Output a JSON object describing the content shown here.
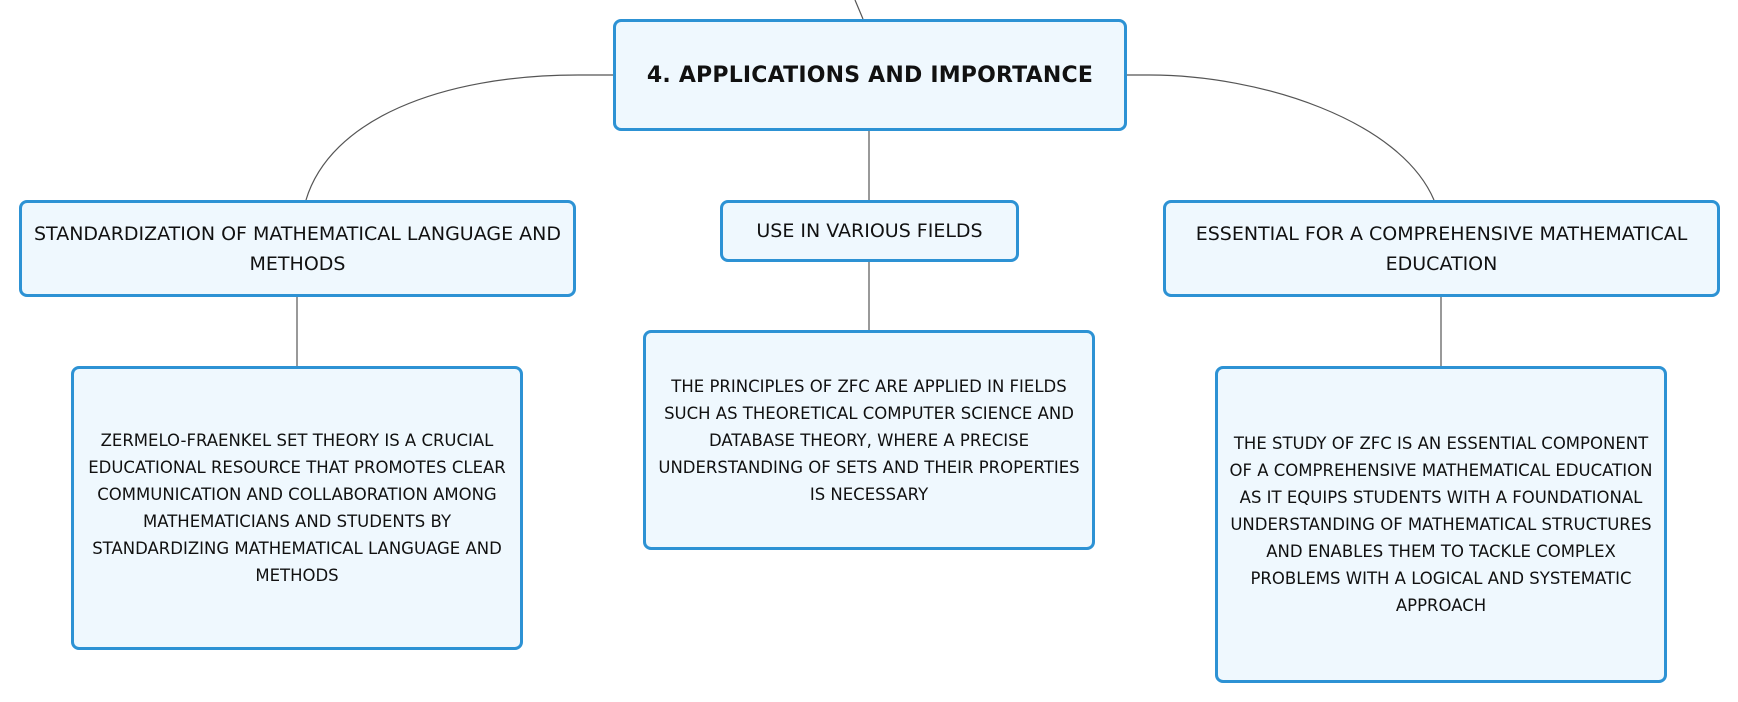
{
  "diagram": {
    "root": {
      "label": "4. APPLICATIONS AND IMPORTANCE"
    },
    "branches": [
      {
        "id": "standardization",
        "label": "STANDARDIZATION OF MATHEMATICAL LANGUAGE AND METHODS",
        "detail": "ZERMELO-FRAENKEL SET THEORY IS A CRUCIAL EDUCATIONAL RESOURCE THAT PROMOTES CLEAR COMMUNICATION AND COLLABORATION AMONG MATHEMATICIANS AND STUDENTS BY STANDARDIZING MATHEMATICAL LANGUAGE AND METHODS"
      },
      {
        "id": "fields",
        "label": "USE IN VARIOUS FIELDS",
        "detail": "THE PRINCIPLES OF ZFC ARE APPLIED IN FIELDS SUCH AS THEORETICAL COMPUTER SCIENCE AND DATABASE THEORY, WHERE A PRECISE UNDERSTANDING OF SETS AND THEIR PROPERTIES IS NECESSARY"
      },
      {
        "id": "education",
        "label": "ESSENTIAL FOR A COMPREHENSIVE MATHEMATICAL EDUCATION",
        "detail": "THE STUDY OF ZFC IS AN ESSENTIAL COMPONENT OF A COMPREHENSIVE MATHEMATICAL EDUCATION AS IT EQUIPS STUDENTS WITH A FOUNDATIONAL UNDERSTANDING OF MATHEMATICAL STRUCTURES AND ENABLES THEM TO TACKLE COMPLEX PROBLEMS WITH A LOGICAL AND SYSTEMATIC APPROACH"
      }
    ],
    "colors": {
      "node_fill": "#eff8fe",
      "node_border": "#2d92d4",
      "connector": "#555555",
      "text": "#111111"
    }
  }
}
